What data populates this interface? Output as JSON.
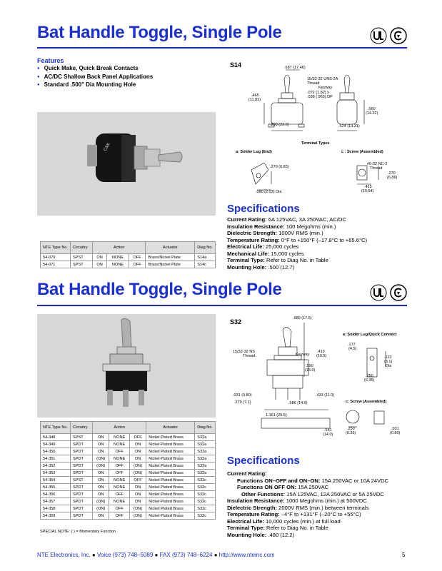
{
  "section1": {
    "title": "Bat Handle Toggle, Single Pole",
    "features_heading": "Features",
    "features": [
      "Quick Make, Quick Break Contacts",
      "AC/DC Shallow Back Panel Applications",
      "Standard .500\" Dia Mounting Hole"
    ],
    "diagram_label": "S14",
    "dims": {
      "d1": ".687  (17.46)",
      "d2": "15/32-32 UNS-2A",
      "d3": "Thread",
      "d4": "Keyway",
      "d5": ".072  (1.82)  x",
      "d6": ".038  (.965) DP",
      "d7": ".465",
      "d8": "(11.81)",
      "d9": ".560",
      "d10": "(14.22)",
      "d11": ".890  (22.6)",
      "d12": ".524  (13.31)"
    },
    "terminal_types": "Terminal Types",
    "term_a": "a:  Solder Lug (End)",
    "term_c": "c :  Screw (Assembled)",
    "term_dims": {
      "a1": ".270  (6.85)",
      "a2": ".080  (2.03)  Dia",
      "c1": "#6-32  NC-2",
      "c2": "Thread",
      "c3": ".270",
      "c4": "(6.86)",
      "c5": ".415",
      "c6": "(10.54)"
    },
    "specs_heading": "Specifications",
    "specs": [
      {
        "label": "Current Rating:",
        "value": "6A 125VAC, 3A 250VAC, AC/DC"
      },
      {
        "label": "Insulation Resistance:",
        "value": "100 Megohms (min.)"
      },
      {
        "label": "Dielectric Strength:",
        "value": "1000V RMS (min.)"
      },
      {
        "label": "Temperature Rating:",
        "value": "0°F to +150°F (–17.8°C to +65.6°C)"
      },
      {
        "label": "Electrical Life:",
        "value": "25,000 cycles"
      },
      {
        "label": "Mechanical Life:",
        "value": "15,000 cycles"
      },
      {
        "label": "Terminal Type:",
        "value": "Refer to Diag No. in Table"
      },
      {
        "label": "Mounting Hole:",
        "value": ".500 (12.7)"
      }
    ],
    "table": {
      "headers": [
        "NTE Type No.",
        "Circuitry",
        "Action",
        "",
        "",
        "Actuator",
        "Diag No."
      ],
      "rows": [
        [
          "54-070",
          "SPST",
          "ON",
          "NONE",
          "OFF",
          "Brass/Nickel Plate",
          "S14a"
        ],
        [
          "54-071",
          "SPST",
          "ON",
          "NONE",
          "OFF",
          "Brass/Nickel Plate",
          "S14c"
        ]
      ]
    }
  },
  "section2": {
    "title": "Bat Handle Toggle, Single Pole",
    "diagram_label": "S32",
    "dims": {
      "d1": ".689  (17.5)",
      "d2": "15/32-32 NS",
      "d3": "Thread",
      "d4": "Keyway",
      "d5": ".413",
      "d6": "(10.5)",
      "d7": ".590",
      "d8": "(15.0)",
      "d9": ".031  (0.80)",
      "d10": ".433  (11.0)",
      "d11": ".279  (7.1)",
      "d12": ".586  (14.9)",
      "d13": "1.161  (29.5)",
      "d14": ".551",
      "d15": "(14.0)"
    },
    "term_a": "a:  Solder Lug/Quick Connect",
    "term_c": "c:  Screw (Assembled)",
    "term_dims": {
      "a1": ".177",
      "a2": "(4.5)",
      "a3": ".122",
      "a4": "(3.1)",
      "a5": "Dia",
      "a6": ".250",
      "a7": "(6.35)",
      "c1": ".250",
      "c2": "(6.35)",
      "c3": ".031",
      "c4": "(0.80)"
    },
    "specs_heading": "Specifications",
    "current_rating_label": "Current Rating:",
    "current_rating_lines": [
      {
        "label": "Functions ON–OFF and ON–ON:",
        "value": "15A 250VAC or 10A 24VDC"
      },
      {
        "label": "Functions ON OFF ON:",
        "value": "15A 250VAC"
      },
      {
        "label": "Other Functions:",
        "value": "15A 125VAC, 12A 250VAC or 5A 25VDC"
      }
    ],
    "specs": [
      {
        "label": "Insulation Resistance:",
        "value": "1000 Megohms (min.) at 500VDC"
      },
      {
        "label": "Dielectric Strength:",
        "value": "2000V RMS (min.) between terminals"
      },
      {
        "label": "Temperature Rating:",
        "value": "–4°F to +131°F (–20°C to +55°C)"
      },
      {
        "label": "Electrical Life:",
        "value": "10,000 cycles (min.) at full load"
      },
      {
        "label": "Terminal Type:",
        "value": "Refer to Diag No. in Table"
      },
      {
        "label": "Mounting Hole:",
        "value": ".480 (12.2)"
      }
    ],
    "table": {
      "headers": [
        "NTE Type No.",
        "Circuitry",
        "Action",
        "",
        "",
        "Actuator",
        "Diag No."
      ],
      "rows": [
        [
          "54-348",
          "SPST",
          "ON",
          "NONE",
          "OFF",
          "Nickel Plated Brass",
          "S32a"
        ],
        [
          "54-349",
          "SPDT",
          "ON",
          "NONE",
          "ON",
          "Nickel Plated Brass",
          "S32a"
        ],
        [
          "54-350",
          "SPDT",
          "ON",
          "OFF",
          "ON",
          "Nickel Plated Brass",
          "S32a"
        ],
        [
          "54-351",
          "SPDT",
          "(ON)",
          "NONE",
          "ON",
          "Nickel Plated Brass",
          "S32a"
        ],
        [
          "54-352",
          "SPDT",
          "(ON)",
          "OFF",
          "(ON)",
          "Nickel Plated Brass",
          "S32a"
        ],
        [
          "54-353",
          "SPDT",
          "ON",
          "OFF",
          "(ON)",
          "Nickel Plated Brass",
          "S32a"
        ],
        [
          "54-354",
          "SPST",
          "ON",
          "NONE",
          "OFF",
          "Nickel Plated Brass",
          "S32c"
        ],
        [
          "54-355",
          "SPDT",
          "ON",
          "NONE",
          "ON",
          "Nickel Plated Brass",
          "S32c"
        ],
        [
          "54-356",
          "SPDT",
          "ON",
          "OFF",
          "ON",
          "Nickel Plated Brass",
          "S32c"
        ],
        [
          "54-357",
          "SPDT",
          "(ON)",
          "NONE",
          "ON",
          "Nickel Plated Brass",
          "S32c"
        ],
        [
          "54-358",
          "SPDT",
          "(ON)",
          "OFF",
          "(ON)",
          "Nickel Plated Brass",
          "S32c"
        ],
        [
          "54-359",
          "SPDT",
          "ON",
          "OFF",
          "(ON)",
          "Nickel Plated Brass",
          "S32c"
        ]
      ]
    },
    "special_note": "SPECIAL NOTE:  (  ) = Momentary Function"
  },
  "footer": {
    "company": "NTE Electronics, Inc.",
    "voice": "Voice (973) 748–5089",
    "fax": "FAX (973) 748–6224",
    "web": "http://www.nteinc.com",
    "bullet": "●",
    "page": "5"
  },
  "colors": {
    "accent": "#1a2fd6",
    "header_fill": "#dedede",
    "photo_bg": "#d7d7d7"
  }
}
